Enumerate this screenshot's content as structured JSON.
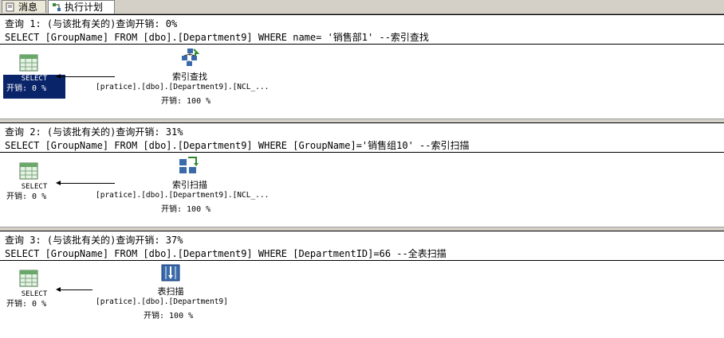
{
  "tabs": [
    {
      "label": "消息",
      "icon": "message-icon"
    },
    {
      "label": "执行计划",
      "icon": "execution-plan-icon"
    }
  ],
  "queries": [
    {
      "header": "查询 1: (与该批有关的)查询开销: 0%",
      "sql": "SELECT [GroupName] FROM [dbo].[Department9] WHERE name= '销售部1' --索引查找",
      "select_label": "SELECT",
      "select_cost": "开销: 0 %",
      "op_title": "索引查找",
      "op_object": "[pratice].[dbo].[Department9].[NCL_...",
      "op_cost": "开销: 100 %",
      "op_icon": "index-seek-icon"
    },
    {
      "header": "查询 2: (与该批有关的)查询开销: 31%",
      "sql": "SELECT [GroupName] FROM [dbo].[Department9] WHERE [GroupName]='销售组10' --索引扫描",
      "select_label": "SELECT",
      "select_cost": "开销: 0 %",
      "op_title": "索引扫描",
      "op_object": "[pratice].[dbo].[Department9].[NCL_...",
      "op_cost": "开销: 100 %",
      "op_icon": "index-scan-icon"
    },
    {
      "header": "查询 3: (与该批有关的)查询开销: 37%",
      "sql": "SELECT [GroupName] FROM [dbo].[Department9] WHERE [DepartmentID]=66 --全表扫描",
      "select_label": "SELECT",
      "select_cost": "开销: 0 %",
      "op_title": "表扫描",
      "op_object": "[pratice].[dbo].[Department9]",
      "op_cost": "开销: 100 %",
      "op_icon": "table-scan-icon"
    }
  ],
  "colors": {
    "selection": "#0a246a",
    "chrome": "#d4d0c8"
  }
}
